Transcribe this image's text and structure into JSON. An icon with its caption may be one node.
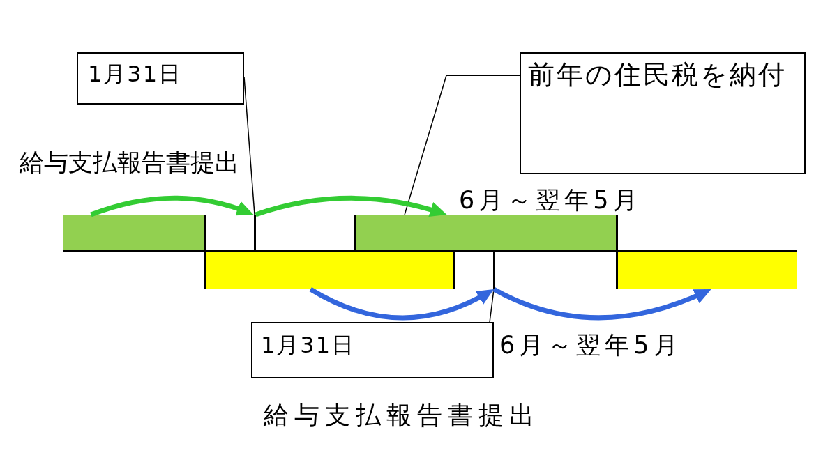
{
  "diagram": {
    "nodes": [
      {
        "text": [
          "1月31日"
        ]
      },
      {
        "text": [
          "前年の住民税を納付"
        ]
      },
      {
        "text": [],
        "shape": "bar"
      },
      {
        "text": [],
        "shape": "line"
      },
      {
        "text": [],
        "shape": "bar"
      },
      {
        "text": [],
        "shape": "bar"
      },
      {
        "text": [],
        "shape": "line"
      },
      {
        "text": [],
        "shape": "bar"
      },
      {
        "text": [
          "1月31日"
        ]
      }
    ],
    "edges": [
      {
        "from": 0,
        "to": 3,
        "arrow": "none"
      },
      {
        "from": 1,
        "to": 4,
        "arrow": "none"
      },
      {
        "from": 8,
        "to": 6,
        "arrow": "none"
      },
      {
        "from": 2,
        "to": 3,
        "arrow": "to",
        "color": "#33cc33"
      },
      {
        "from": 3,
        "to": 4,
        "arrow": "to",
        "color": "#33cc33"
      },
      {
        "from": 5,
        "to": 6,
        "arrow": "to",
        "color": "#3366dd"
      },
      {
        "from": 6,
        "to": 7,
        "arrow": "to",
        "color": "#3366dd"
      }
    ],
    "labels": [
      "給与支払報告書提出",
      "6月～翌年5月",
      "6月～翌年5月",
      "給与支払報告書提出"
    ]
  }
}
